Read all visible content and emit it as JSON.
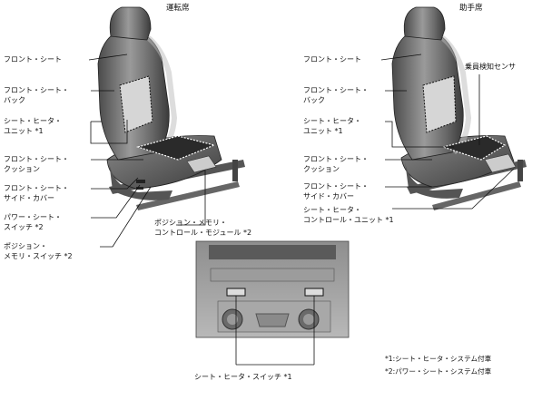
{
  "headers": {
    "driver": "運転席",
    "passenger": "助手席"
  },
  "driver_labels": {
    "front_seat": "フロント・シート",
    "seat_back_1": "フロント・シート・",
    "seat_back_2": "バック",
    "heater_unit_1": "シート・ヒータ・",
    "heater_unit_2": "ユニット *1",
    "cushion_1": "フロント・シート・",
    "cushion_2": "クッション",
    "side_cover_1": "フロント・シート・",
    "side_cover_2": "サイド・カバー",
    "power_switch_1": "パワー・シート・",
    "power_switch_2": "スイッチ *2",
    "memory_switch_1": "ポジション・",
    "memory_switch_2": "メモリ・スイッチ *2",
    "memory_module_1": "ポジション・メモリ・",
    "memory_module_2": "コントロール・モジュール *2"
  },
  "passenger_labels": {
    "front_seat": "フロント・シート",
    "occupant_sensor": "乗員検知センサ",
    "seat_back_1": "フロント・シート・",
    "seat_back_2": "バック",
    "heater_unit_1": "シート・ヒータ・",
    "heater_unit_2": "ユニット *1",
    "cushion_1": "フロント・シート・",
    "cushion_2": "クッション",
    "side_cover_1": "フロント・シート・",
    "side_cover_2": "サイド・カバー",
    "heater_control_1": "シート・ヒータ・",
    "heater_control_2": "コントロール・ユニット *1"
  },
  "panel": {
    "heater_switch": "シート・ヒータ・スイッチ *1"
  },
  "notes": {
    "note1": "*1:シート・ヒータ・システム付車",
    "note2": "*2:パワー・シート・システム付車"
  }
}
